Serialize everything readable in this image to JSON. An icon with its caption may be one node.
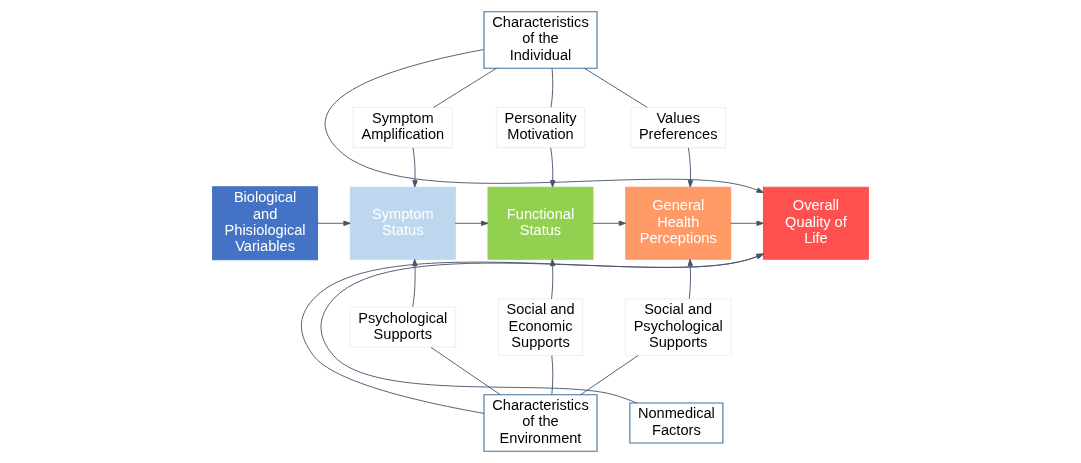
{
  "diagram": {
    "nodes": [
      {
        "text": [
          "Biological and Phisiological Variables"
        ]
      },
      {
        "text": [
          "Symptom Status"
        ]
      },
      {
        "text": [
          "Functional Status"
        ]
      },
      {
        "text": [
          "General Health Perceptions"
        ]
      },
      {
        "text": [
          "Overall Quality of Life"
        ]
      },
      {
        "text": [
          "Characteristics of the Individual"
        ]
      },
      {
        "text": [
          "Symptom Amplification"
        ]
      },
      {
        "text": [
          "Personality Motivation"
        ]
      },
      {
        "text": [
          "Values Preferences"
        ]
      },
      {
        "text": [
          "Psychological Supports"
        ]
      },
      {
        "text": [
          "Social and Economic Supports"
        ]
      },
      {
        "text": [
          "Social and Psychological Supports"
        ]
      },
      {
        "text": [
          "Characteristics of the Environment"
        ]
      },
      {
        "text": [
          "Nonmedical Factors"
        ]
      }
    ],
    "edges": [
      {
        "from": 0,
        "to": 1,
        "arrow": "to"
      },
      {
        "from": 1,
        "to": 2,
        "arrow": "to"
      },
      {
        "from": 2,
        "to": 3,
        "arrow": "to"
      },
      {
        "from": 3,
        "to": 4,
        "arrow": "to"
      },
      {
        "from": 5,
        "to": 6,
        "arrow": "none"
      },
      {
        "from": 6,
        "to": 1,
        "arrow": "to"
      },
      {
        "from": 5,
        "to": 7,
        "arrow": "none"
      },
      {
        "from": 7,
        "to": 2,
        "arrow": "to"
      },
      {
        "from": 5,
        "to": 8,
        "arrow": "none"
      },
      {
        "from": 8,
        "to": 3,
        "arrow": "to"
      },
      {
        "from": 5,
        "to": 4,
        "arrow": "to"
      },
      {
        "from": 12,
        "to": 9,
        "arrow": "none"
      },
      {
        "from": 9,
        "to": 1,
        "arrow": "to"
      },
      {
        "from": 12,
        "to": 10,
        "arrow": "none"
      },
      {
        "from": 10,
        "to": 2,
        "arrow": "to"
      },
      {
        "from": 12,
        "to": 11,
        "arrow": "none"
      },
      {
        "from": 11,
        "to": 3,
        "arrow": "to"
      },
      {
        "from": 12,
        "to": 4,
        "arrow": "to"
      },
      {
        "from": 13,
        "to": 4,
        "arrow": "to"
      }
    ]
  }
}
